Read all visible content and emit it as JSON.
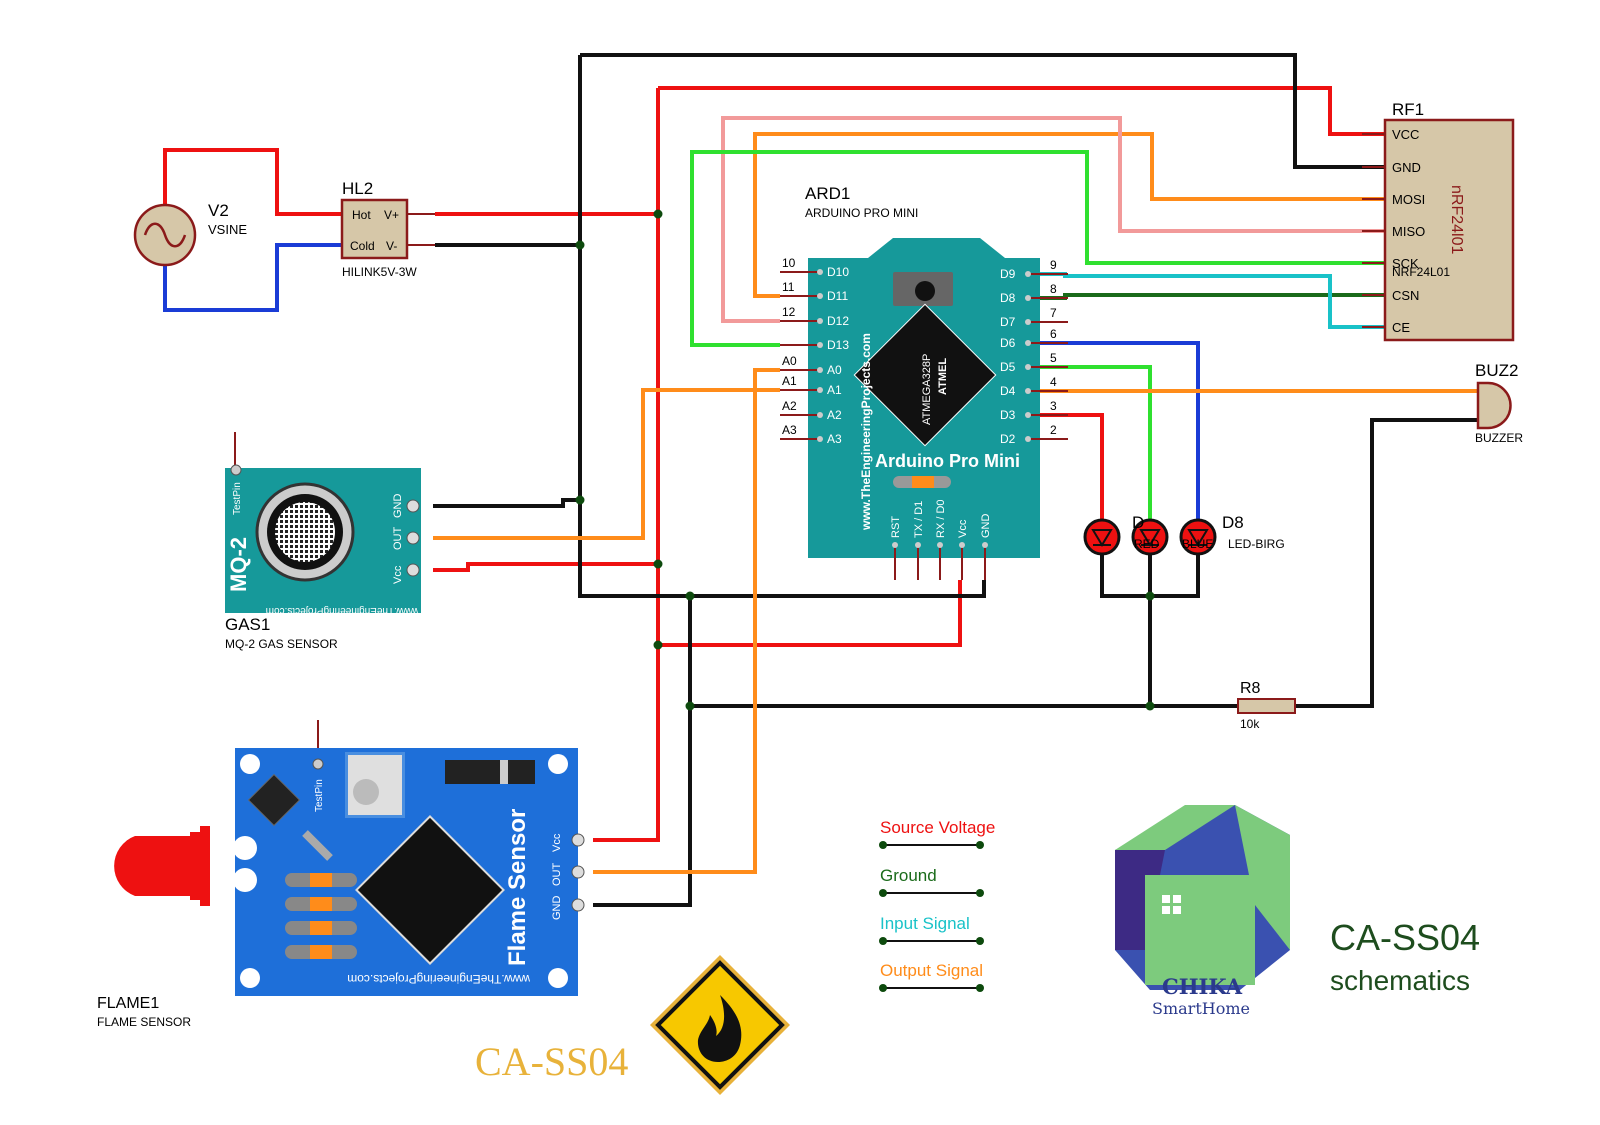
{
  "colors": {
    "source": "#ee1111",
    "ground": "#111111",
    "input": "#19c2c8",
    "output": "#ff8c1a",
    "green": "#2fe02f",
    "darkgreen": "#1a6b1a",
    "pink": "#f29a9a",
    "blue": "#1a3cd6",
    "board": "#16999a",
    "module_blue": "#1e6fd9",
    "pcb": "#d6c7a8",
    "pcb_border": "#8b1a1a"
  },
  "v2": {
    "ref": "V2",
    "type": "VSINE"
  },
  "hl2": {
    "ref": "HL2",
    "part": "HILINK5V-3W",
    "pins": [
      "Hot",
      "Cold",
      "V+",
      "V-"
    ]
  },
  "ard1": {
    "ref": "ARD1",
    "part": "ARDUINO PRO MINI",
    "board_name": "Arduino Pro Mini",
    "chip_line1": "ATMEGA328P",
    "chip_line2": "ATMEL",
    "website": "www.TheEngineeringProjects.com",
    "left_pins": [
      "D10",
      "D11",
      "D12",
      "D13",
      "A0",
      "A1",
      "A2",
      "A3"
    ],
    "left_nums": [
      "10",
      "11",
      "12",
      "A0",
      "A1",
      "A2",
      "A3"
    ],
    "right_pins": [
      "D9",
      "D8",
      "D7",
      "D6",
      "D5",
      "D4",
      "D3",
      "D2"
    ],
    "right_nums": [
      "9",
      "8",
      "7",
      "6",
      "5",
      "4",
      "3",
      "2"
    ],
    "bottom_pins": [
      "RST",
      "TX / D1",
      "RX / D0",
      "Vcc",
      "GND"
    ]
  },
  "rf1": {
    "ref": "RF1",
    "part_vertical": "nRF24l01",
    "part": "NRF24L01",
    "pins": [
      "VCC",
      "GND",
      "MOSI",
      "MISO",
      "SCK",
      "CSN",
      "CE"
    ]
  },
  "buz2": {
    "ref": "BUZ2",
    "part": "BUZZER"
  },
  "gas1": {
    "ref": "GAS1",
    "part": "MQ-2 GAS SENSOR",
    "board_name": "MQ-2",
    "testpin": "TestPin",
    "website": "www.TheEngineeringProjects.com",
    "pins": [
      "GND",
      "OUT",
      "Vcc"
    ]
  },
  "flame1": {
    "ref": "FLAME1",
    "part": "FLAME SENSOR",
    "board_name": "Flame Sensor",
    "testpin": "TestPin",
    "website": "www.TheEngineeringProjects.com",
    "pins": [
      "Vcc",
      "OUT",
      "GND"
    ]
  },
  "d8": {
    "ref": "D8",
    "part": "LED-BIRG",
    "labels": [
      "D",
      "RED",
      "BLUE"
    ]
  },
  "r8": {
    "ref": "R8",
    "value": "10k"
  },
  "legend": {
    "items": [
      {
        "label": "Source Voltage",
        "color": "#ee1111",
        "line": "#111111"
      },
      {
        "label": "Ground",
        "color": "#1a6b1a",
        "line": "#111111"
      },
      {
        "label": "Input Signal",
        "color": "#19c2c8",
        "line": "#111111"
      },
      {
        "label": "Output Signal",
        "color": "#ff8c1a",
        "line": "#111111"
      }
    ]
  },
  "logo": {
    "name": "CHIKA",
    "sub": "SmartHome"
  },
  "title": {
    "code": "CA-SS04",
    "sub": "schematics"
  },
  "badge": {
    "code": "CA-SS04"
  }
}
